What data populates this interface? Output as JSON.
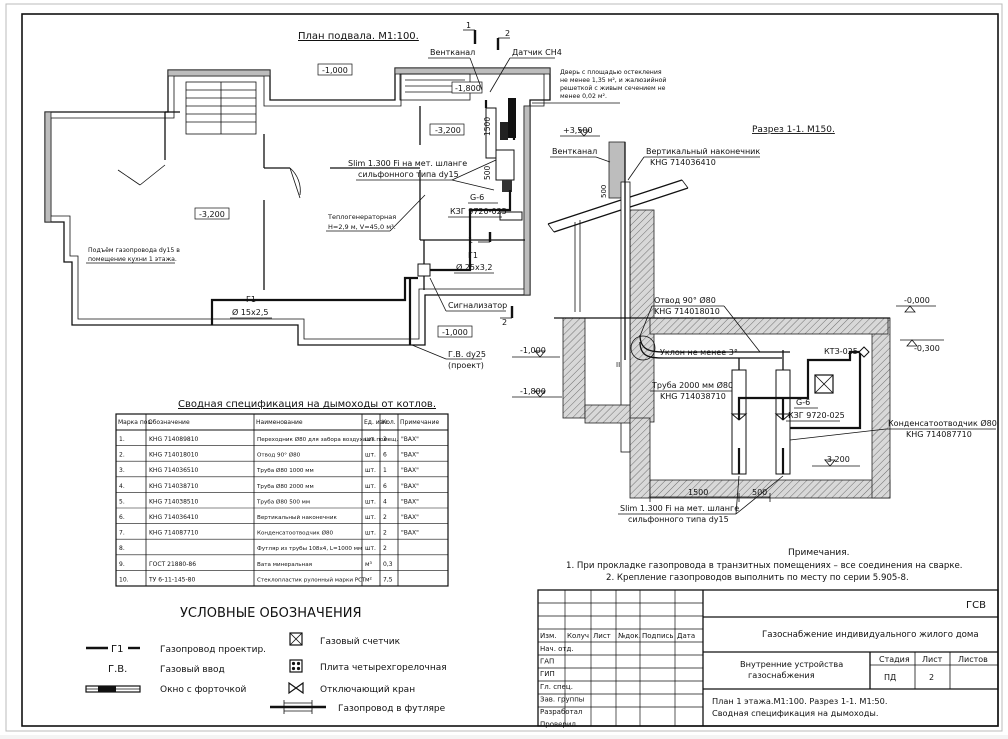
{
  "plan": {
    "title": "План подвала. М1:100.",
    "marks": [
      "-1,000",
      "-1,800",
      "-3,200",
      "-3,200",
      "-1,000"
    ],
    "section_1": "1",
    "section_2": "2",
    "ventkanal": "Вентканал",
    "datchik": "Датчик СН4",
    "door_note": [
      "Дверь с площадью остекления",
      "не менее 1,35 м², и жалюзийной",
      "решеткой с живым сечением не",
      "менее 0,02 м²."
    ],
    "slim": [
      "Slim 1.300 Fi на мет. шланге",
      "сильфонного типа dy15"
    ],
    "teplogen": [
      "Теплогенераторная",
      "Н=2,9 м, V=45,0 м³."
    ],
    "ksg": "КЗГ 9720-025",
    "g6": "G-6",
    "g1_label": "Г1",
    "pipe_25": "Ø 25x3,2",
    "pipe_15": "Ø 15x2,5",
    "g1_label2": "Г1",
    "signalizator": "Сигнализатор",
    "gv": [
      "Г.В. dy25",
      "(проект)"
    ],
    "podem": [
      "Подъём газопровода dy15 в",
      "помещение кухни 1 этажа."
    ],
    "dim_1500": "1500",
    "dim_500": "500"
  },
  "section": {
    "title": "Разрез 1-1. М150.",
    "mark_3500": "+3,500",
    "ventkanal": "Вентканал",
    "nakonechnik": [
      "Вертикальный наконечник",
      "KHG 714036410"
    ],
    "dim_500": "500",
    "otvod": [
      "Отвод 90°  Ø80",
      "KHG 714018010"
    ],
    "uklon": "Уклон не менее 3°",
    "truba": [
      "Труба 2000 мм  Ø80",
      "KHG 714038710"
    ],
    "kt3": "КТЗ-025",
    "g6": "G-6",
    "ksg": "КЗГ 9720-025",
    "kondensat": [
      "Конденсатоотводчик Ø80",
      "KHG 714087710"
    ],
    "mark_000": "-0,000",
    "mark_300": "-0,300",
    "mark_1000": "-1,000",
    "mark_1800": "-1,800",
    "mark_3200": "-3,200",
    "dim_1500": "1500",
    "dim_500b": "500",
    "slim": [
      "Slim 1.300 Fi на мет. шланге",
      "сильфонного типа dy15"
    ],
    "marker_11": "II"
  },
  "spec": {
    "title": "Сводная спецификация на дымоходы от котлов.",
    "headers": [
      "Марка поз.",
      "Обозначение",
      "Наименование",
      "Ед. изм.",
      "Кол.",
      "Примечание"
    ],
    "rows": [
      [
        "1.",
        "KHG 714089810",
        "Переходник  Ø80 для забора воздуха из помещ.",
        "шт.",
        "2",
        "\"ВАХ\""
      ],
      [
        "2.",
        "KHG 714018010",
        "Отвод 90°  Ø80",
        "шт.",
        "6",
        "\"ВАХ\""
      ],
      [
        "3.",
        "KHG 714036510",
        "Труба Ø80 1000 мм",
        "шт.",
        "1",
        "\"ВАХ\""
      ],
      [
        "4.",
        "KHG 714038710",
        "Труба Ø80 2000 мм",
        "шт.",
        "6",
        "\"ВАХ\""
      ],
      [
        "5.",
        "KHG 714038510",
        "Труба Ø80 500 мм",
        "шт.",
        "4",
        "\"ВАХ\""
      ],
      [
        "6.",
        "KHG 714036410",
        "Вертикальный наконечник",
        "шт.",
        "2",
        "\"ВАХ\""
      ],
      [
        "7.",
        "KHG 714087710",
        "Конденсатоотводчик Ø80",
        "шт.",
        "2",
        "\"ВАХ\""
      ],
      [
        "8.",
        "",
        "Футляр из трубы 108x4, L=1000 мм",
        "шт.",
        "2",
        ""
      ],
      [
        "9.",
        "ГОСТ 21880-86",
        "Вата минеральная",
        "м³",
        "0,3",
        ""
      ],
      [
        "10.",
        "ТУ 6-11-145-80",
        "Стеклопластик рулонный марки РСТ",
        "м²",
        "7,5",
        ""
      ]
    ]
  },
  "legend": {
    "title": "УСЛОВНЫЕ ОБОЗНАЧЕНИЯ",
    "g1_symbol": "Г1",
    "gas_pipe": "Газопровод проектир.",
    "gv_symbol": "Г.В.",
    "gas_input": "Газовый ввод",
    "window": "Окно с форточкой",
    "meter": "Газовый счетчик",
    "stove": "Плита четырехгорелочная",
    "valve": "Отключающий кран",
    "sleeve": "Газопровод в футляре"
  },
  "notes": {
    "title": "Примечания.",
    "lines": [
      "1. При прокладке газопровода в транзитных помещениях – все соединения на сварке.",
      "2. Крепление газопроводов выполнить по месту по серии 5.905-8."
    ]
  },
  "stamp": {
    "code": "ГСВ",
    "project": "Газоснабжение индивидуального жилого дома",
    "cols": [
      "Изм.",
      "Колуч",
      "Лист",
      "№док.",
      "Подпись",
      "Дата"
    ],
    "roles": [
      "Нач. отд.",
      "ГАП",
      "ГИП",
      "Гл. спец.",
      "Зав. группы",
      "Разработал",
      "Проверил"
    ],
    "section_name": [
      "Внутренние устройства",
      "газоснабжения"
    ],
    "stage_label": "Стадия",
    "sheet_label": "Лист",
    "sheets_label": "Листов",
    "stage": "ПД",
    "sheet": "2",
    "drawing_title": [
      "План 1 этажа.М1:100. Разрез 1-1. М1:50.",
      "Сводная спецификация на дымоходы."
    ]
  }
}
